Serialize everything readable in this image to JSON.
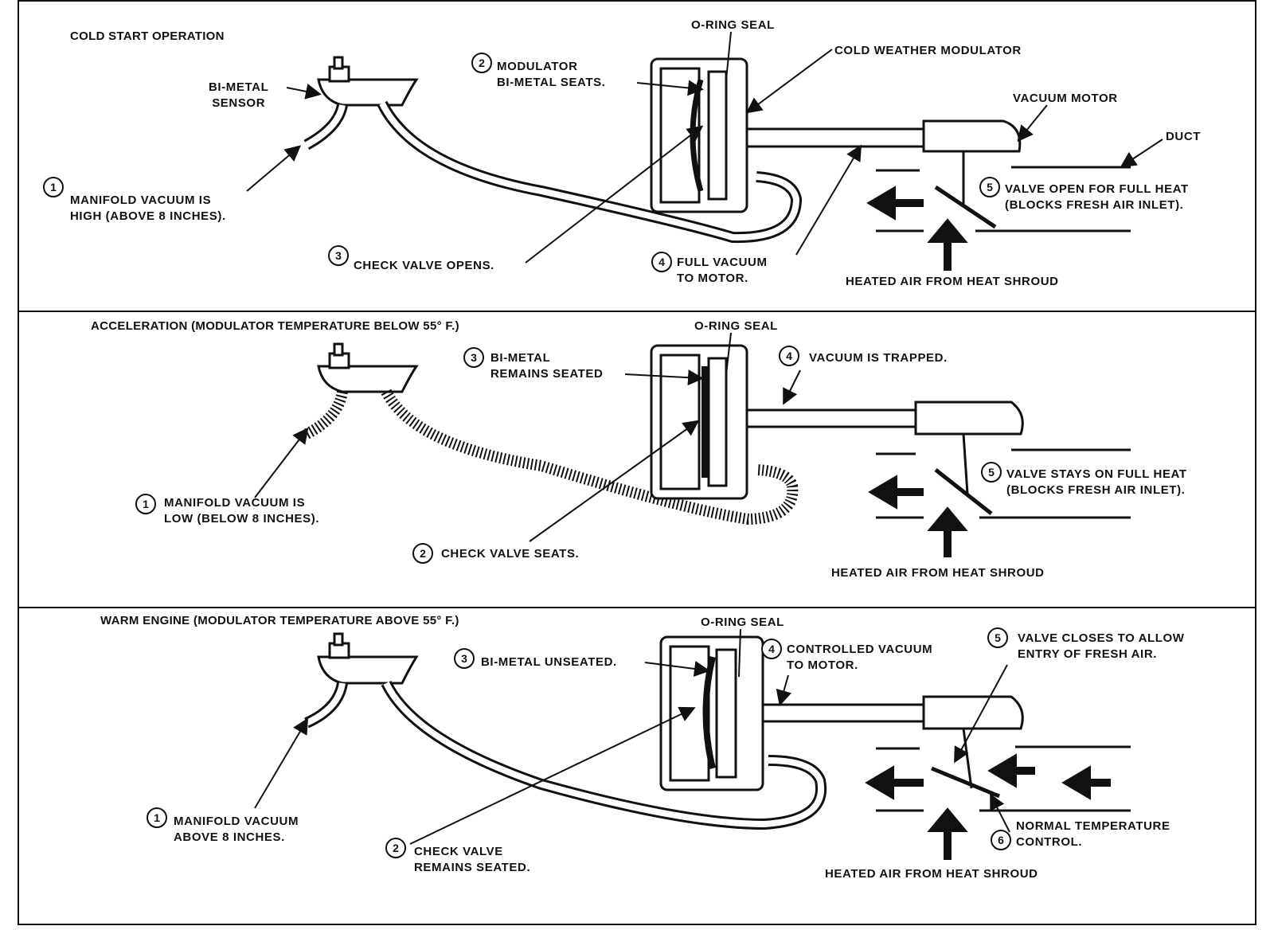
{
  "panels": [
    {
      "title": "COLD START OPERATION",
      "labels": {
        "oring": "O-RING SEAL",
        "modulator": "COLD WEATHER MODULATOR",
        "bimetal_sensor": "BI-METAL\nSENSOR",
        "modulator_seats": "MODULATOR\nBI-METAL SEATS.",
        "vacuum_motor": "VACUUM MOTOR",
        "duct": "DUCT",
        "manifold": "MANIFOLD VACUUM IS\nHIGH (ABOVE 8 INCHES).",
        "valve": "VALVE OPEN FOR FULL HEAT\n(BLOCKS FRESH AIR INLET).",
        "check_valve": "CHECK VALVE OPENS.",
        "full_vacuum": "FULL VACUUM\nTO MOTOR.",
        "heated_air": "HEATED AIR FROM HEAT SHROUD"
      }
    },
    {
      "title": "ACCELERATION (MODULATOR TEMPERATURE BELOW 55° F.)",
      "labels": {
        "oring": "O-RING SEAL",
        "bimetal": "BI-METAL\nREMAINS SEATED",
        "trapped": "VACUUM IS TRAPPED.",
        "valve": "VALVE STAYS ON FULL HEAT\n(BLOCKS FRESH AIR INLET).",
        "manifold": "MANIFOLD VACUUM IS\nLOW (BELOW 8 INCHES).",
        "check_valve": "CHECK VALVE SEATS.",
        "heated_air": "HEATED AIR FROM HEAT SHROUD"
      }
    },
    {
      "title": "WARM ENGINE (MODULATOR TEMPERATURE ABOVE 55° F.)",
      "labels": {
        "oring": "O-RING SEAL",
        "bimetal": "BI-METAL UNSEATED.",
        "controlled": "CONTROLLED VACUUM\nTO MOTOR.",
        "valve": "VALVE CLOSES TO ALLOW\nENTRY OF FRESH AIR.",
        "manifold": "MANIFOLD VACUUM\nABOVE 8 INCHES.",
        "check_valve": "CHECK VALVE\nREMAINS SEATED.",
        "normal": "NORMAL TEMPERATURE\nCONTROL.",
        "heated_air": "HEATED AIR FROM HEAT SHROUD"
      }
    }
  ],
  "numbers": [
    "1",
    "2",
    "3",
    "4",
    "5",
    "6"
  ]
}
